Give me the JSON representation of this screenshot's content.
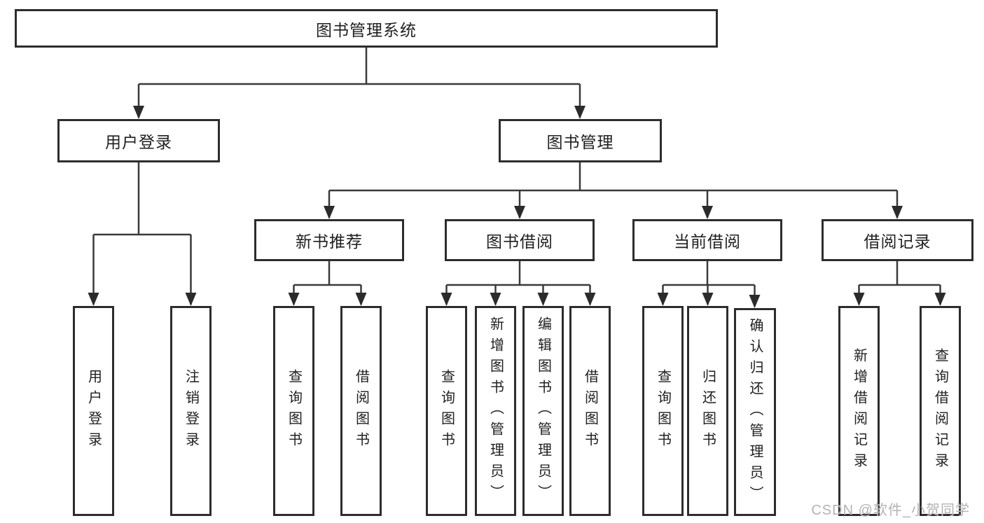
{
  "diagram": {
    "root": {
      "label": "图书管理系统",
      "children": [
        {
          "label": "用户登录",
          "children": [
            {
              "label": "用户登录"
            },
            {
              "label": "注销登录"
            }
          ]
        },
        {
          "label": "图书管理",
          "children": [
            {
              "label": "新书推荐",
              "children": [
                {
                  "label": "查询图书"
                },
                {
                  "label": "借阅图书"
                }
              ]
            },
            {
              "label": "图书借阅",
              "children": [
                {
                  "label": "查询图书"
                },
                {
                  "label": "新增图书（管理员）"
                },
                {
                  "label": "编辑图书（管理员）"
                },
                {
                  "label": "借阅图书"
                }
              ]
            },
            {
              "label": "当前借阅",
              "children": [
                {
                  "label": "查询图书"
                },
                {
                  "label": "归还图书"
                },
                {
                  "label": "确认归还（管理员）"
                }
              ]
            },
            {
              "label": "借阅记录",
              "children": [
                {
                  "label": "新增借阅记录"
                },
                {
                  "label": "查询借阅记录"
                }
              ]
            }
          ]
        }
      ]
    },
    "colors": {
      "line": "#3a3a3a",
      "border": "#2d2d2d",
      "text": "#1f1f1f",
      "background": "#ffffff",
      "watermark": "#b3b3b3"
    },
    "watermark": "CSDN @软件_小贺同学"
  }
}
